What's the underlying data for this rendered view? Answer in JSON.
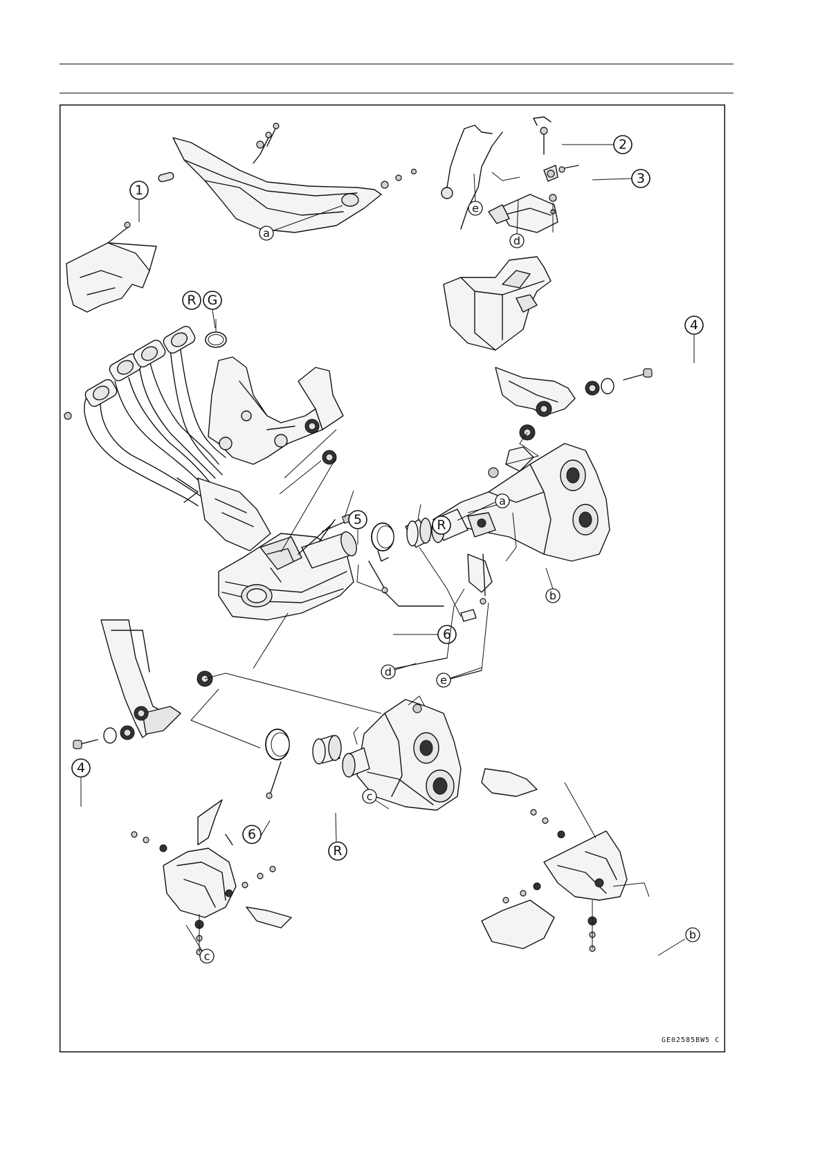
{
  "figure": {
    "code": "GE02585BW5 C",
    "callouts": [
      "1",
      "2",
      "3",
      "4",
      "5",
      "6",
      "R",
      "G"
    ],
    "refs": [
      "a",
      "b",
      "c",
      "d",
      "e"
    ]
  }
}
